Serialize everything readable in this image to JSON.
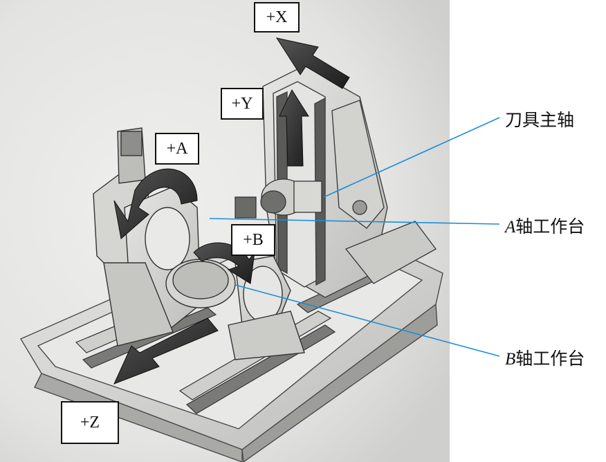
{
  "axis_labels": {
    "x": "+X",
    "y": "+Y",
    "a": "+A",
    "b": "+B",
    "z": "+Z"
  },
  "callouts": {
    "spindle": "刀具主轴",
    "a_table_letter": "A",
    "a_table_text": "轴工作台",
    "b_table_letter": "B",
    "b_table_text": "轴工作台"
  },
  "colors": {
    "leader_line": "#1a8fd6",
    "arrow_fill": "#2a2a2a",
    "machine_body": "#d9d9d6",
    "photo_background": "#e9e9e7"
  }
}
